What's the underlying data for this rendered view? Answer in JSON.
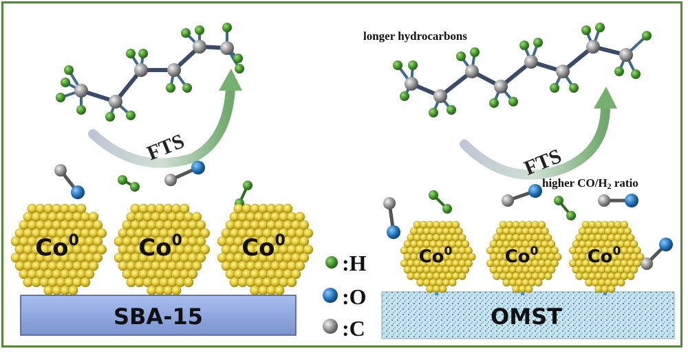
{
  "left_panel": {
    "support": "SBA-15",
    "process": "FTS",
    "particles": [
      "Co",
      "Co",
      "Co"
    ],
    "particle_superscript": "0"
  },
  "right_panel": {
    "support": "OMST",
    "process": "FTS",
    "particles": [
      "Co",
      "Co",
      "Co"
    ],
    "particle_superscript": "0",
    "product_label": "longer hydrocarbons",
    "ratio_label_prefix": "higher CO/H",
    "ratio_label_sub": "2",
    "ratio_label_suffix": " ratio"
  },
  "legend": {
    "items": [
      {
        "symbol": ":H",
        "color": "#2f7a22"
      },
      {
        "symbol": ":O",
        "color": "#1f6fb5"
      },
      {
        "symbol": ":C",
        "color": "#8a8a8a"
      }
    ]
  },
  "colors": {
    "border": "#4e8a2e",
    "cobalt": "#e6cf35",
    "sba15": "#8fa7de",
    "omst": "#b7d8e8"
  }
}
